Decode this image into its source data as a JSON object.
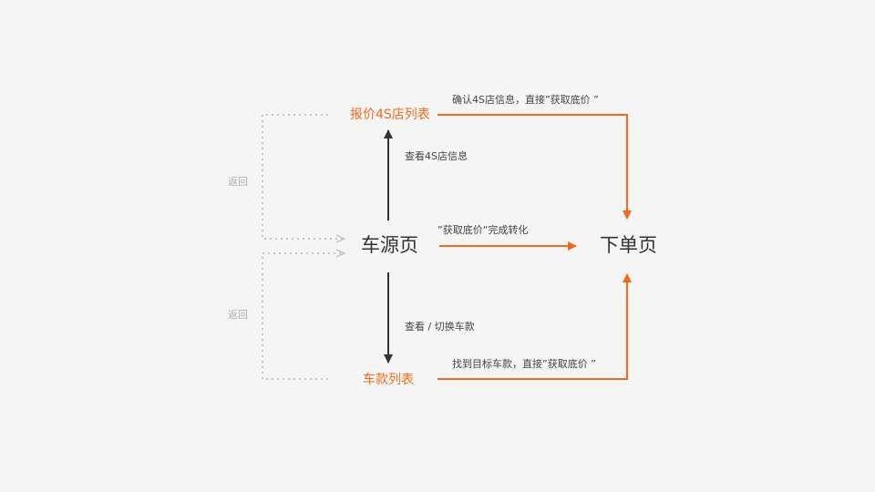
{
  "colors": {
    "accent": "#f26b1d",
    "arrow_dark": "#333333",
    "dotted": "#c8c8c8",
    "background": "#f5f5f5"
  },
  "nodes": {
    "dealer_list": "报价4S店列表",
    "source_page": "车源页",
    "order_page": "下单页",
    "model_list": "车款列表"
  },
  "edges": {
    "view_dealer_info": "查看4S店信息",
    "get_price_convert": "”获取底价“完成转化",
    "confirm_dealer": "确认4S店信息，直接”获取底价 ”",
    "view_switch_model": "查看 / 切换车款",
    "find_model": "找到目标车款，直接”获取底价 ”"
  },
  "back_links": {
    "upper": "返回",
    "lower": "返回"
  }
}
